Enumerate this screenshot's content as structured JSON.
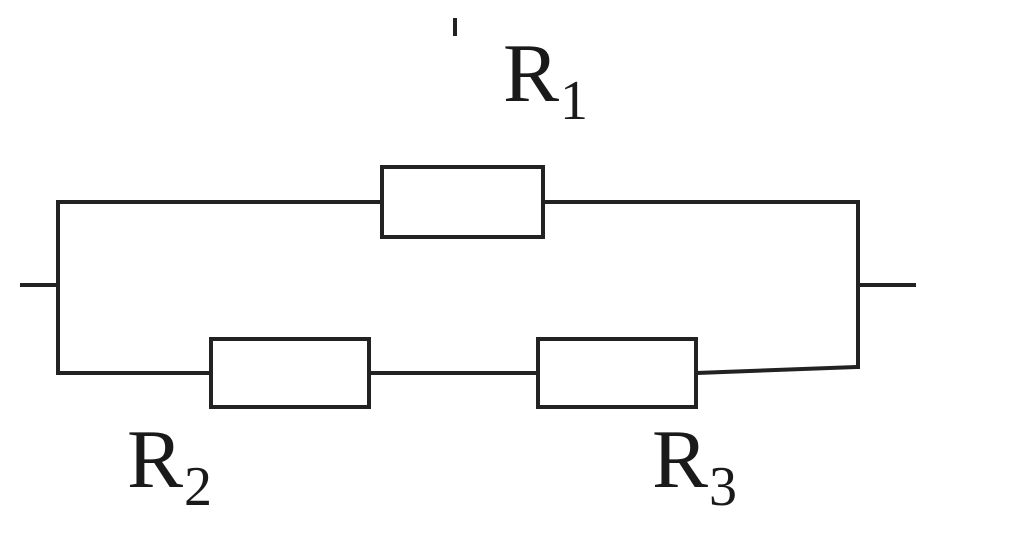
{
  "diagram": {
    "resistors": [
      {
        "id": "R1",
        "letter": "R",
        "subscript": "1"
      },
      {
        "id": "R2",
        "letter": "R",
        "subscript": "2"
      },
      {
        "id": "R3",
        "letter": "R",
        "subscript": "3"
      }
    ]
  }
}
